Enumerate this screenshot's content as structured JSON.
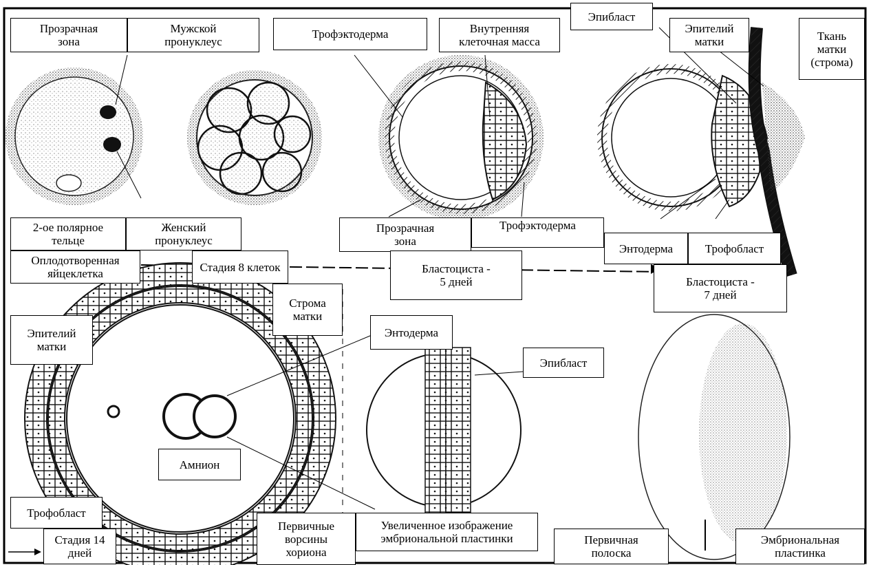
{
  "labels": {
    "zona_pellucida_1": "Прозрачная\nзона",
    "male_pronucleus": "Мужской\nпронуклеус",
    "trophectoderm_1": "Трофэктодерма",
    "inner_cell_mass": "Внутренняя\nклеточная масса",
    "epiblast_1": "Эпибласт",
    "uterine_epithelium_1": "Эпителий\nматки",
    "uterine_tissue": "Ткань\nматки\n(строма)",
    "second_polar_body": "2-ое полярное\nтельце",
    "female_pronucleus": "Женский\nпронуклеус",
    "zona_pellucida_2": "Прозрачная\nзона",
    "trophectoderm_2": "Трофэктодерма",
    "endoderm_1": "Энтодерма",
    "trophoblast_1": "Трофобласт",
    "fertilized_egg": "Оплодотворенная\nяйцеклетка",
    "stage_8_cells": "Стадия 8 клеток",
    "blastocyst_5": "Бластоциста -\n5 дней",
    "blastocyst_7": "Бластоциста -\n7 дней",
    "uterine_stroma": "Строма\nматки",
    "endoderm_2": "Энтодерма",
    "uterine_epithelium_2": "Эпителий\nматки",
    "epiblast_2": "Эпибласт",
    "amnion": "Амнион",
    "trophoblast_2": "Трофобласт",
    "stage_14_days": "Стадия 14\nдней",
    "primary_villi": "Первичные\nворсины\nхориона",
    "enlarged_disc": "Увеличенное изображение\nэмбриональной пластинки",
    "primitive_streak": "Первичная\nполоска",
    "embryonic_disc": "Эмбриональная\nпластинка"
  }
}
